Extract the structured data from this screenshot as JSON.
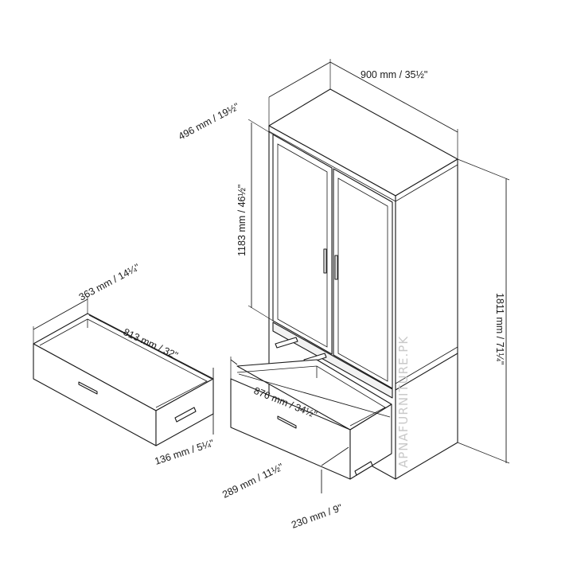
{
  "diagram": {
    "watermark": "APNAFURNITURE.PK",
    "colors": {
      "line": "#1a1a1a",
      "background": "#ffffff",
      "watermark": "#c9c9c9"
    },
    "labels": {
      "width_total": "900 mm / 35½\"",
      "depth_total": "496 mm / 19½\"",
      "height_upper": "1183 mm / 46½\"",
      "height_total": "1811 mm / 71¼\"",
      "drawer_left_depth": "363 mm / 14¼\"",
      "drawer_left_width": "813 mm / 32\"",
      "drawer_left_height": "136 mm / 5¼\"",
      "drawer_right_width": "876 mm / 34½\"",
      "drawer_right_depth": "289 mm / 11½\"",
      "drawer_right_height": "230 mm / 9\""
    }
  }
}
